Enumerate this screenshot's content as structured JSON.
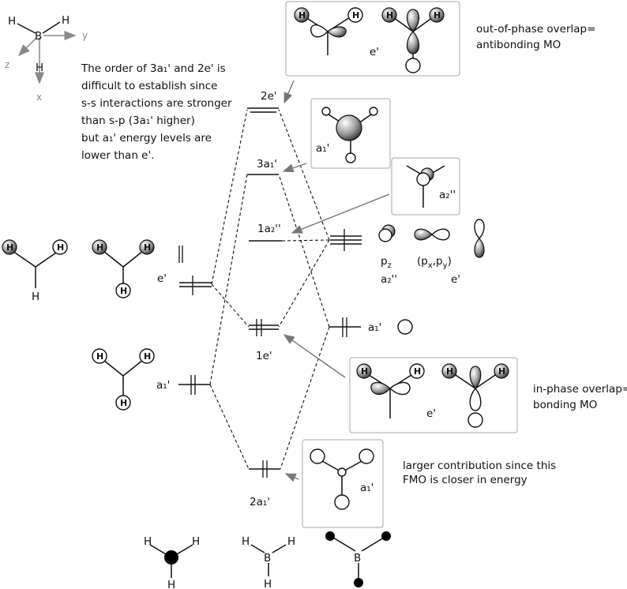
{
  "axes": {
    "atom_B": "B",
    "atom_H": "H",
    "y": "y",
    "z": "z",
    "x": "x"
  },
  "note": [
    "The order of 3a₁' and 2e' is",
    "difficult to establish since",
    "s-s interactions are stronger",
    "than s-p (3a₁' higher)",
    "but a₁' energy levels are",
    "lower than e'."
  ],
  "levels": {
    "e2": "2e'",
    "a3": "3a₁'",
    "a2pp": "1a₂''",
    "e1": "1e'",
    "a2": "2a₁'"
  },
  "fragment_H3": {
    "e": "e'",
    "a1": "a₁'"
  },
  "boron": {
    "pz": "p",
    "pz_sub": "z",
    "pxpy_open": "(p",
    "px_sub": "x",
    "comma": ",p",
    "py_sub": "y",
    "pxpy_close": ")",
    "a2pp": "a₂''",
    "e": "e'",
    "a1": "a₁'"
  },
  "boxes": {
    "antibonding": {
      "sym": "e'",
      "caption": [
        "out-of-phase overlap=",
        "antibonding MO"
      ]
    },
    "a1_top": {
      "sym": "a₁'"
    },
    "a2pp": {
      "sym": "a₂''"
    },
    "bonding": {
      "sym": "e'",
      "caption": [
        "in-phase overlap=",
        "bonding MO"
      ]
    },
    "a1_bottom": {
      "sym": "a₁'",
      "caption": [
        "larger contribution since this",
        "FMO is closer in energy"
      ]
    }
  },
  "atoms": {
    "H": "H",
    "B": "B"
  }
}
